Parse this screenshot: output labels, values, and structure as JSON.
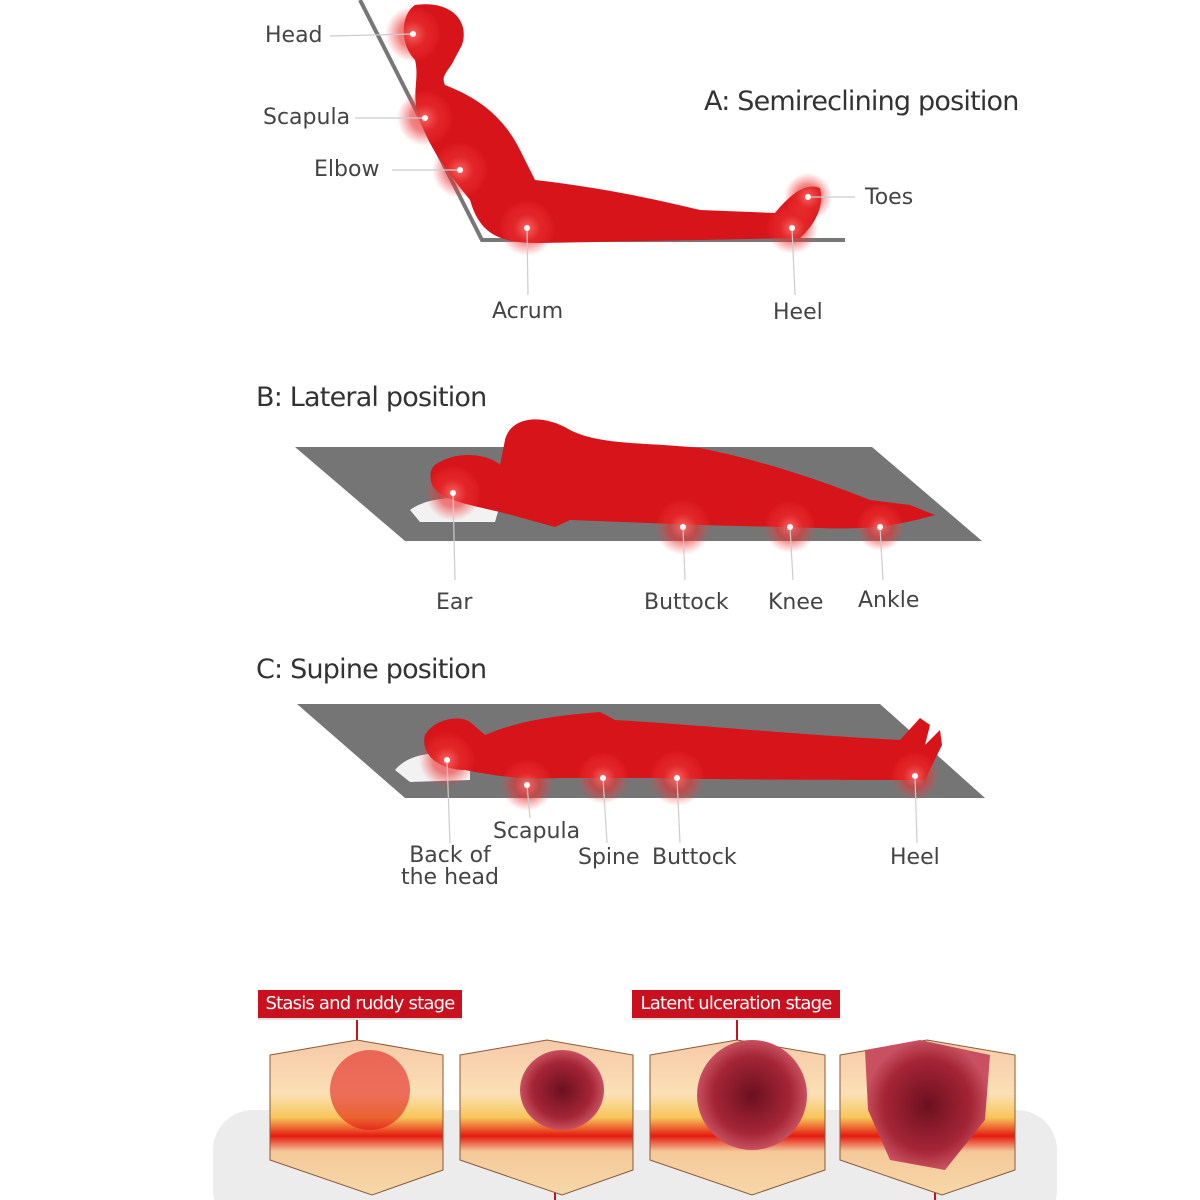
{
  "section_a": {
    "title": "A: Semireclining position",
    "points": [
      "Head",
      "Scapula",
      "Elbow",
      "Toes",
      "Acrum",
      "Heel"
    ]
  },
  "section_b": {
    "title": "B: Lateral position",
    "points": [
      "Ear",
      "Buttock",
      "Knee",
      "Ankle"
    ]
  },
  "section_c": {
    "title": "C: Supine position",
    "points": [
      "Back of",
      "the head",
      "Scapula",
      "Spine",
      "Buttock",
      "Heel"
    ]
  },
  "stages": [
    "Stasis and ruddy stage",
    "Latent ulceration stage"
  ],
  "colors": {
    "body": "#d7141a",
    "mattress": "#757575",
    "stage_tag": "#c8101e",
    "pillow": "#f2f2f2"
  }
}
